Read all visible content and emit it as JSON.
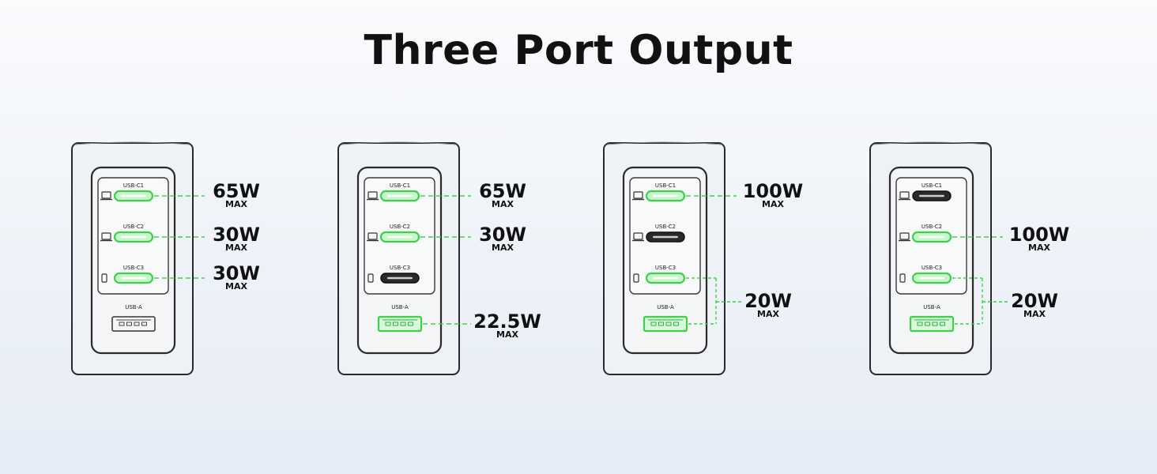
{
  "title": "Three Port Output",
  "colors": {
    "accent_green": "#3fd14a",
    "charger_outline": "#2a2a2a",
    "text": "#111111"
  },
  "port_labels": {
    "c1": "USB-C1",
    "c2": "USB-C2",
    "c3": "USB-C3",
    "a": "USB-A"
  },
  "port_icons": {
    "c1": "laptop-icon",
    "c2": "laptop-icon",
    "c3": "phone-icon"
  },
  "max_label": "MAX",
  "configs": [
    {
      "active": [
        "c1",
        "c2",
        "c3"
      ],
      "outputs": [
        {
          "power": "65W",
          "ports": [
            "c1"
          ]
        },
        {
          "power": "30W",
          "ports": [
            "c2"
          ]
        },
        {
          "power": "30W",
          "ports": [
            "c3"
          ]
        }
      ]
    },
    {
      "active": [
        "c1",
        "c2",
        "a"
      ],
      "outputs": [
        {
          "power": "65W",
          "ports": [
            "c1"
          ]
        },
        {
          "power": "30W",
          "ports": [
            "c2"
          ]
        },
        {
          "power": "22.5W",
          "ports": [
            "a"
          ]
        }
      ]
    },
    {
      "active": [
        "c1",
        "c3",
        "a"
      ],
      "outputs": [
        {
          "power": "100W",
          "ports": [
            "c1"
          ]
        },
        {
          "power": "20W",
          "ports": [
            "c3",
            "a"
          ]
        }
      ]
    },
    {
      "active": [
        "c2",
        "c3",
        "a"
      ],
      "outputs": [
        {
          "power": "100W",
          "ports": [
            "c2"
          ]
        },
        {
          "power": "20W",
          "ports": [
            "c3",
            "a"
          ]
        }
      ]
    }
  ]
}
